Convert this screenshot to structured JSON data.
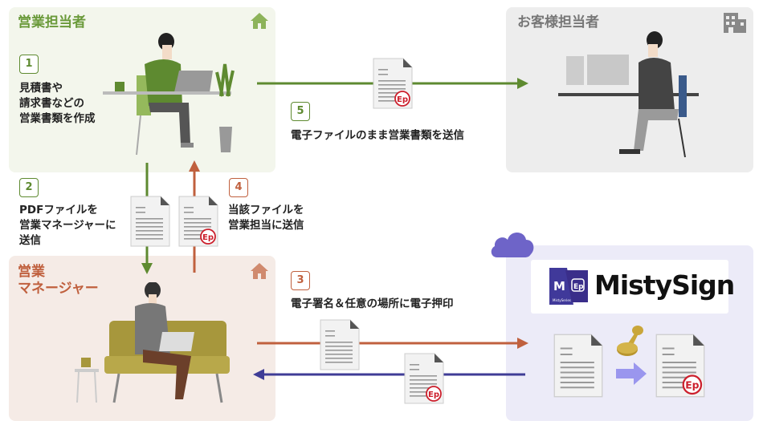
{
  "colors": {
    "green": "#5e8a30",
    "orange": "#c0603e",
    "blue": "#3f3c96",
    "stamp_red": "#cc1f2c",
    "purple": "#6e64c8"
  },
  "panels": {
    "sales_rep": {
      "title": "営業担当者",
      "icon": "house-icon"
    },
    "customer": {
      "title": "お客様担当者",
      "icon": "building-icon"
    },
    "manager": {
      "title_line1": "営業",
      "title_line2": "マネージャー",
      "icon": "house-icon"
    },
    "mistysign": {
      "logo_text": "MistySign",
      "logo_small": "MistySeries",
      "icon": "cloud-icon"
    }
  },
  "steps": [
    {
      "num": "1",
      "lines": [
        "見積書や",
        "請求書などの",
        "営業書類を作成"
      ]
    },
    {
      "num": "2",
      "lines": [
        "PDFファイルを",
        "営業マネージャーに",
        "送信"
      ]
    },
    {
      "num": "3",
      "lines": [
        "電子署名＆任意の場所に電子押印"
      ]
    },
    {
      "num": "4",
      "lines": [
        "当該ファイルを",
        "営業担当に送信"
      ]
    },
    {
      "num": "5",
      "lines": [
        "電子ファイルのまま営業書類を送信"
      ]
    }
  ],
  "stamp_mark": "Ep"
}
